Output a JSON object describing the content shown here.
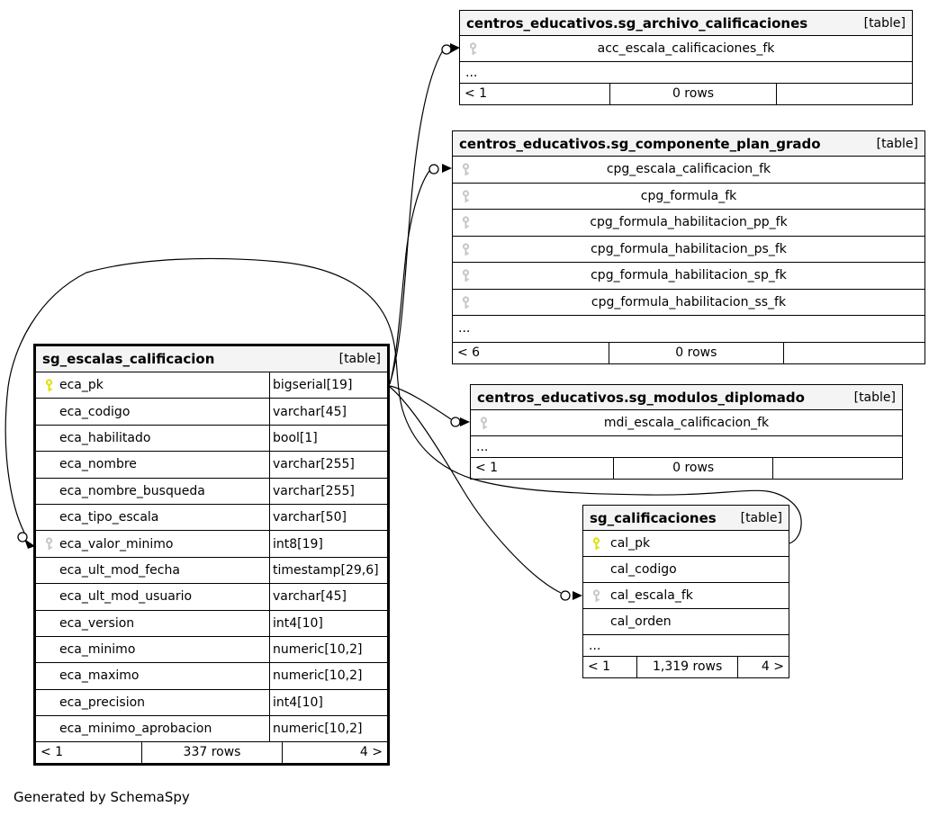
{
  "note": "Generated by SchemaSpy",
  "colors": {
    "primary_key_icon": "#e0e000",
    "foreign_key_icon": "#c6c6c6",
    "header_background": "#f4f4f4",
    "edge_line": "#000000"
  },
  "icons": {
    "primary_key": "yellow-key-icon",
    "foreign_key": "gray-key-icon",
    "cardinality": "open-circle-with-arrowhead"
  },
  "tables": {
    "archivo": {
      "title": "centros_educativos.sg_archivo_calificaciones",
      "tag": "[table]",
      "columns": [
        {
          "name": "acc_escala_calificaciones_fk",
          "key": "fk"
        }
      ],
      "ellipsis": "...",
      "footer": {
        "left": "< 1",
        "center": "0 rows",
        "right": ""
      }
    },
    "componente": {
      "title": "centros_educativos.sg_componente_plan_grado",
      "tag": "[table]",
      "columns": [
        {
          "name": "cpg_escala_calificacion_fk",
          "key": "fk"
        },
        {
          "name": "cpg_formula_fk",
          "key": "fk"
        },
        {
          "name": "cpg_formula_habilitacion_pp_fk",
          "key": "fk"
        },
        {
          "name": "cpg_formula_habilitacion_ps_fk",
          "key": "fk"
        },
        {
          "name": "cpg_formula_habilitacion_sp_fk",
          "key": "fk"
        },
        {
          "name": "cpg_formula_habilitacion_ss_fk",
          "key": "fk"
        }
      ],
      "ellipsis": "...",
      "footer": {
        "left": "< 6",
        "center": "0 rows",
        "right": ""
      }
    },
    "escalas": {
      "title": "sg_escalas_calificacion",
      "tag": "[table]",
      "columns": [
        {
          "name": "eca_pk",
          "type": "bigserial[19]",
          "key": "pk"
        },
        {
          "name": "eca_codigo",
          "type": "varchar[45]"
        },
        {
          "name": "eca_habilitado",
          "type": "bool[1]"
        },
        {
          "name": "eca_nombre",
          "type": "varchar[255]"
        },
        {
          "name": "eca_nombre_busqueda",
          "type": "varchar[255]"
        },
        {
          "name": "eca_tipo_escala",
          "type": "varchar[50]"
        },
        {
          "name": "eca_valor_minimo",
          "type": "int8[19]",
          "key": "fk"
        },
        {
          "name": "eca_ult_mod_fecha",
          "type": "timestamp[29,6]"
        },
        {
          "name": "eca_ult_mod_usuario",
          "type": "varchar[45]"
        },
        {
          "name": "eca_version",
          "type": "int4[10]"
        },
        {
          "name": "eca_minimo",
          "type": "numeric[10,2]"
        },
        {
          "name": "eca_maximo",
          "type": "numeric[10,2]"
        },
        {
          "name": "eca_precision",
          "type": "int4[10]"
        },
        {
          "name": "eca_minimo_aprobacion",
          "type": "numeric[10,2]"
        }
      ],
      "footer": {
        "left": "< 1",
        "center": "337 rows",
        "right": "4 >"
      }
    },
    "modulos": {
      "title": "centros_educativos.sg_modulos_diplomado",
      "tag": "[table]",
      "columns": [
        {
          "name": "mdi_escala_calificacion_fk",
          "key": "fk"
        }
      ],
      "ellipsis": "...",
      "footer": {
        "left": "< 1",
        "center": "0 rows",
        "right": ""
      }
    },
    "calificaciones": {
      "title": "sg_calificaciones",
      "tag": "[table]",
      "columns": [
        {
          "name": "cal_pk",
          "key": "pk"
        },
        {
          "name": "cal_codigo"
        },
        {
          "name": "cal_escala_fk",
          "key": "fk"
        },
        {
          "name": "cal_orden"
        }
      ],
      "ellipsis": "...",
      "footer": {
        "left": "< 1",
        "center": "1,319 rows",
        "right": "4 >"
      }
    }
  },
  "relationships": [
    {
      "from": "sg_archivo_calificaciones.acc_escala_calificaciones_fk",
      "to": "sg_escalas_calificacion.eca_pk"
    },
    {
      "from": "sg_componente_plan_grado.cpg_escala_calificacion_fk",
      "to": "sg_escalas_calificacion.eca_pk"
    },
    {
      "from": "sg_modulos_diplomado.mdi_escala_calificacion_fk",
      "to": "sg_escalas_calificacion.eca_pk"
    },
    {
      "from": "sg_calificaciones.cal_escala_fk",
      "to": "sg_escalas_calificacion.eca_pk"
    },
    {
      "from": "sg_escalas_calificacion.eca_valor_minimo",
      "to": "sg_calificaciones.cal_pk"
    }
  ]
}
